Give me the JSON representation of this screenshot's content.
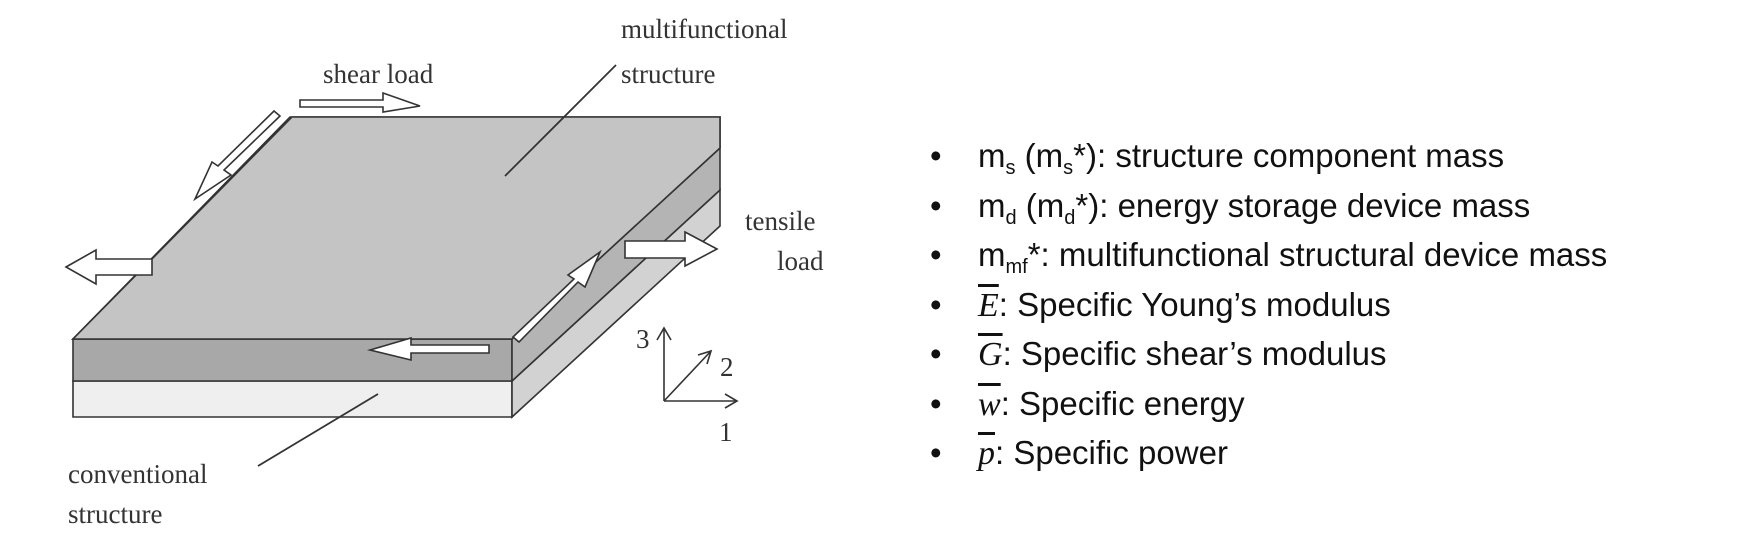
{
  "diagram": {
    "labels": {
      "multifunctional_line1": "multifunctional",
      "multifunctional_line2": "structure",
      "shear_load": "shear load",
      "tensile_line1": "tensile",
      "tensile_line2": "load",
      "conventional_line1": "conventional",
      "conventional_line2": "structure",
      "axis_3": "3",
      "axis_2": "2",
      "axis_1": "1"
    },
    "colors": {
      "top_face": "#c4c4c4",
      "upper_layer_front": "#a8a8a8",
      "lower_layer_front": "#efefef",
      "outline": "#333333"
    }
  },
  "legend": {
    "bullet": "•",
    "items": [
      {
        "sym": "m",
        "sub": "s",
        "open": " (m",
        "sub2": "s",
        "rest": "*): structure component mass"
      },
      {
        "sym": "m",
        "sub": "d",
        "open": " (m",
        "sub2": "d",
        "rest": "*): energy storage device mass"
      },
      {
        "sym": "m",
        "sub": "mf",
        "rest": "*: multifunctional structural device mass"
      },
      {
        "math": "E",
        "rest": ": Specific Young’s modulus"
      },
      {
        "math": "G",
        "rest": ": Specific shear’s modulus"
      },
      {
        "math": "w",
        "rest": ": Specific energy"
      },
      {
        "math": "p",
        "rest": ": Specific power"
      }
    ]
  }
}
